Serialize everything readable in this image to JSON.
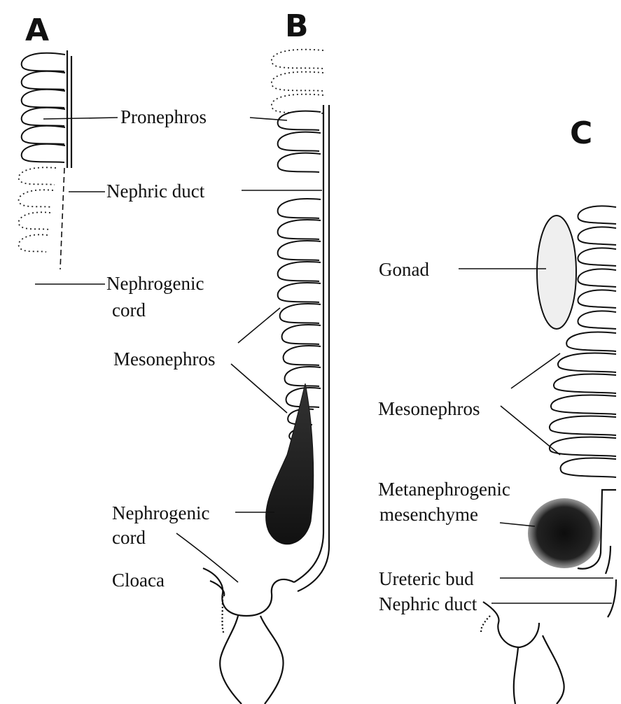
{
  "panels": {
    "a": "A",
    "b": "B",
    "c": "C"
  },
  "labels": {
    "pronephros": "Pronephros",
    "nephric_duct": "Nephric duct",
    "nephrogenic_cord_line1": "Nephrogenic",
    "nephrogenic_cord_line2": "cord",
    "mesonephros": "Mesonephros",
    "b_nephrogenic_line1": "Nephrogenic",
    "b_nephrogenic_line2": "cord",
    "cloaca": "Cloaca",
    "gonad": "Gonad",
    "c_mesonephros": "Mesonephros",
    "metanephrogenic_line1": "Metanephrogenic",
    "metanephrogenic_line2": "mesenchyme",
    "ureteric_bud": "Ureteric bud",
    "c_nephric_duct": "Nephric duct"
  },
  "colors": {
    "ink": "#111111",
    "stipple": "#1a1a1a",
    "gonad_fill": "#efefef"
  }
}
